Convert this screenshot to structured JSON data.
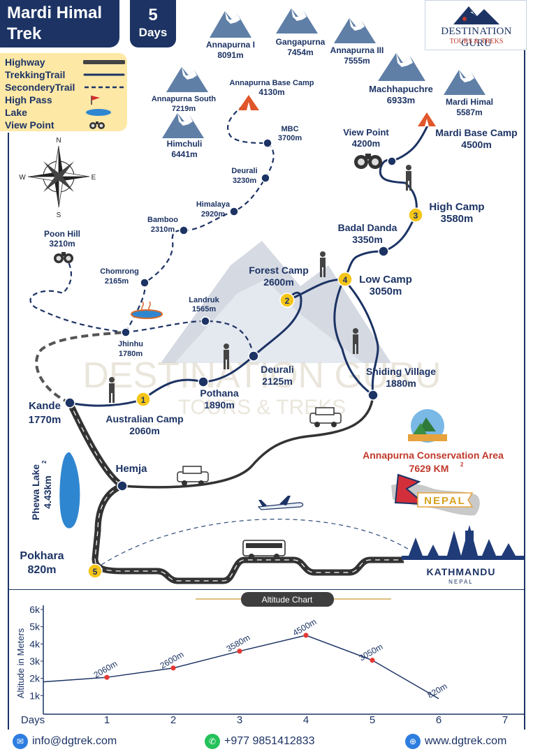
{
  "header": {
    "title_line1": "Mardi Himal",
    "title_line2": "Trek",
    "days_number": "5",
    "days_label": "Days"
  },
  "logo": {
    "brand": "DESTINATION GURU",
    "tagline": "TOURS & TREKS"
  },
  "legend": {
    "items": [
      {
        "label": "Highway",
        "icon": "highway-line"
      },
      {
        "label": "TrekkingTrail",
        "icon": "trekking-trail-line"
      },
      {
        "label": "SeconderyTrail",
        "icon": "secondary-trail-dashed"
      },
      {
        "label": "High Pass",
        "icon": "flag-icon"
      },
      {
        "label": "Lake",
        "icon": "lake-icon"
      },
      {
        "label": "View Point",
        "icon": "binoculars-icon"
      }
    ]
  },
  "compass": {
    "n": "N",
    "s": "S",
    "e": "E",
    "w": "W"
  },
  "peaks": [
    {
      "name": "Annapurna I",
      "elev": "8091m"
    },
    {
      "name": "Gangapurna",
      "elev": "7454m"
    },
    {
      "name": "Annapurna III",
      "elev": "7555m"
    },
    {
      "name": "Annapurna South",
      "elev": "7219m"
    },
    {
      "name": "Himchuli",
      "elev": "6441m"
    },
    {
      "name": "Machhapuchre",
      "elev": "6933m"
    },
    {
      "name": "Mardi Himal",
      "elev": "5587m"
    }
  ],
  "places": {
    "abc": {
      "name": "Annapurna Base Camp",
      "elev": "4130m"
    },
    "mbc": {
      "name": "MBC",
      "elev": "3700m"
    },
    "deurali_upper": {
      "name": "Deurali",
      "elev": "3230m"
    },
    "himalaya": {
      "name": "Himalaya",
      "elev": "2920m"
    },
    "bamboo": {
      "name": "Bamboo",
      "elev": "2310m"
    },
    "chomrong": {
      "name": "Chomrong",
      "elev": "2165m"
    },
    "poon_hill": {
      "name": "Poon Hill",
      "elev": "3210m"
    },
    "landruk": {
      "name": "Landruk",
      "elev": "1565m"
    },
    "jhinhu": {
      "name": "Jhinhu",
      "elev": "1780m"
    },
    "view_point": {
      "name": "View Point",
      "elev": "4200m"
    },
    "mardi_base": {
      "name": "Mardi Base Camp",
      "elev": "4500m"
    },
    "high_camp": {
      "name": "High Camp",
      "elev": "3580m"
    },
    "badal_danda": {
      "name": "Badal Danda",
      "elev": "3350m"
    },
    "forest_camp": {
      "name": "Forest Camp",
      "elev": "2600m"
    },
    "low_camp": {
      "name": "Low Camp",
      "elev": "3050m"
    },
    "deurali": {
      "name": "Deurali",
      "elev": "2125m"
    },
    "pothana": {
      "name": "Pothana",
      "elev": "1890m"
    },
    "shiding": {
      "name": "Shiding Village",
      "elev": "1880m"
    },
    "kande": {
      "name": "Kande",
      "elev": "1770m"
    },
    "australian": {
      "name": "Australian Camp",
      "elev": "2060m"
    },
    "hemja": {
      "name": "Hemja"
    },
    "pokhara": {
      "name": "Pokhara",
      "elev": "820m"
    },
    "kathmandu": {
      "name": "KATHMANDU",
      "sub": "NEPAL"
    },
    "phewa": {
      "name": "Phewa Lake",
      "area": "4.43km"
    },
    "conservation": {
      "name": "Annapurna Conservation Area",
      "area": "7629 KM"
    },
    "nepal": "NEPAL"
  },
  "day_markers": [
    "1",
    "2",
    "3",
    "4",
    "5"
  ],
  "colors": {
    "navy": "#1c3364",
    "highway": "#3b3b3b",
    "gold": "#f5c518",
    "red": "#c0392b",
    "lake": "#2f86d0",
    "legend_bg": "#fde8a6"
  },
  "chart_data": {
    "type": "line",
    "title": "Altitude Chart",
    "xlabel": "Days",
    "ylabel": "Altitude in Meters",
    "x_ticks": [
      "1",
      "2",
      "3",
      "4",
      "5",
      "6",
      "7"
    ],
    "y_ticks": [
      "1k",
      "2k",
      "3k",
      "4k",
      "5k",
      "6k"
    ],
    "ylim": [
      0,
      6000
    ],
    "xlim": [
      0,
      7.4
    ],
    "points": [
      {
        "x": 1,
        "y": 2060,
        "label": "2060m"
      },
      {
        "x": 2,
        "y": 2600,
        "label": "2600m"
      },
      {
        "x": 3,
        "y": 3580,
        "label": "3580m"
      },
      {
        "x": 4,
        "y": 4500,
        "label": "4500m"
      },
      {
        "x": 5,
        "y": 3050,
        "label": "3050m"
      },
      {
        "x": 6,
        "y": 820,
        "label": "820m"
      }
    ],
    "marked_points": [
      1,
      2,
      3,
      4,
      5
    ]
  },
  "footer": {
    "email": "info@dgtrek.com",
    "phone": "+977 9851412833",
    "web": "www.dgtrek.com"
  }
}
